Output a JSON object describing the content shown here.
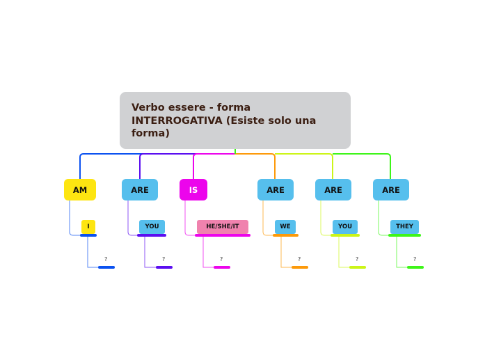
{
  "root": {
    "title": "Verbo essere - forma INTERROGATIVA (Esiste solo una forma)",
    "color": "#d0d1d3"
  },
  "branches": [
    {
      "verb": "AM",
      "verb_color": "#fde511",
      "verb_text_color": "#111111",
      "subject": "I",
      "subject_color": "#fde511",
      "line_color": "#0b52f0",
      "question": "?"
    },
    {
      "verb": "ARE",
      "verb_color": "#56bfed",
      "verb_text_color": "#111111",
      "subject": "YOU",
      "subject_color": "#56bfed",
      "line_color": "#5b0ef0",
      "question": "?"
    },
    {
      "verb": "IS",
      "verb_color": "#ec05ec",
      "verb_text_color": "#ffffff",
      "subject": "HE/SHE/IT",
      "subject_color": "#f082ae",
      "line_color": "#ec05ec",
      "question": "?"
    },
    {
      "verb": "ARE",
      "verb_color": "#56bfed",
      "verb_text_color": "#111111",
      "subject": "WE",
      "subject_color": "#56bfed",
      "line_color": "#fd9a0a",
      "question": "?"
    },
    {
      "verb": "ARE",
      "verb_color": "#56bfed",
      "verb_text_color": "#111111",
      "subject": "YOU",
      "subject_color": "#56bfed",
      "line_color": "#ccf518",
      "question": "?"
    },
    {
      "verb": "ARE",
      "verb_color": "#56bfed",
      "verb_text_color": "#111111",
      "subject": "THEY",
      "subject_color": "#56bfed",
      "line_color": "#3ef519",
      "question": "?"
    }
  ]
}
